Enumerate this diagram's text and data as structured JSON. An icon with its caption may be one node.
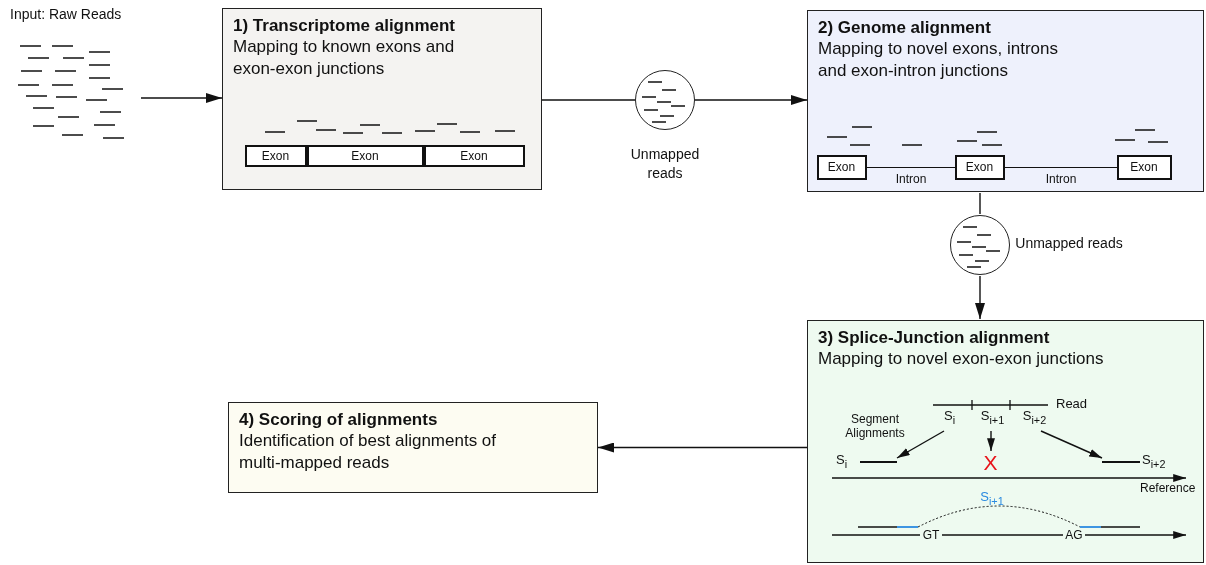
{
  "diagram": {
    "nodes": [
      {
        "text": [
          "Input: Raw Reads"
        ]
      },
      {
        "text": [
          "1) Transcriptome alignment",
          "Mapping to known exons and exon-exon junctions"
        ]
      },
      {
        "text": [
          "Exon"
        ],
        "in": 1
      },
      {
        "text": [
          "Exon"
        ],
        "in": 1
      },
      {
        "text": [
          "Exon"
        ],
        "in": 1
      },
      {
        "text": [],
        "shape": "circle",
        "beside": [
          "Unmapped reads"
        ]
      },
      {
        "text": [
          "2) Genome alignment",
          "Mapping to novel exons, introns and exon-intron junctions"
        ]
      },
      {
        "text": [
          "Exon"
        ],
        "in": 6
      },
      {
        "text": [
          "Exon"
        ],
        "in": 6
      },
      {
        "text": [
          "Exon"
        ],
        "in": 6
      },
      {
        "text": [],
        "shape": "circle",
        "beside": [
          "Unmapped reads"
        ]
      },
      {
        "text": [
          "3) Splice-Junction alignment",
          "Mapping to novel exon-exon junctions"
        ]
      },
      {
        "text": [
          "4) Scoring of alignments",
          "Identification of best alignments of multi-mapped reads"
        ]
      },
      {
        "text": [
          "S$_{i}$"
        ],
        "in": 11
      },
      {
        "text": [
          "S$_{i+1}$"
        ],
        "in": 11
      },
      {
        "text": [
          "S$_{i+2}$"
        ],
        "in": 11
      },
      {
        "text": [],
        "shape": "bar",
        "in": 11,
        "beside": [
          "S$_{i}$"
        ]
      },
      {
        "text": [
          "X"
        ],
        "in": 11
      },
      {
        "text": [],
        "shape": "bar",
        "in": 11,
        "beside": [
          "S$_{i+2}$"
        ]
      }
    ],
    "edges": [
      {
        "from": 0,
        "to": 1,
        "arrow": "to"
      },
      {
        "from": 1,
        "to": 5,
        "arrow": "none"
      },
      {
        "from": 5,
        "to": 6,
        "arrow": "to"
      },
      {
        "from": 6,
        "to": 10,
        "arrow": "none"
      },
      {
        "from": 10,
        "to": 11,
        "arrow": "to"
      },
      {
        "from": 11,
        "to": 12,
        "arrow": "to"
      },
      {
        "from": 7,
        "to": 8,
        "arrow": "none",
        "label": "Intron"
      },
      {
        "from": 8,
        "to": 9,
        "arrow": "none",
        "label": "Intron"
      },
      {
        "from": 13,
        "to": 16,
        "arrow": "to"
      },
      {
        "from": 14,
        "to": 17,
        "arrow": "to"
      },
      {
        "from": 15,
        "to": 18,
        "arrow": "to"
      }
    ],
    "labels": [
      "Read",
      "Segment Alignments",
      "Reference",
      "S$_{i+1}$",
      "GT",
      "AG"
    ]
  }
}
